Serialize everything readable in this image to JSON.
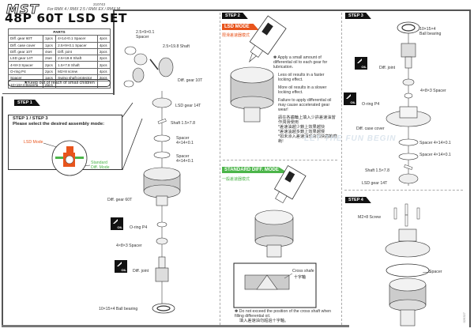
{
  "header": {
    "brand": "MST",
    "model_number": "210743",
    "compatibility": "For RMX 4 / RMX 2.5 / RMX EX / RMX M",
    "title": "48P 60T LSD SET"
  },
  "parts_table": {
    "heading": "PARTS",
    "rows": [
      {
        "name_a": "Diff. gear 60T",
        "qty_a": "1pcs",
        "name_b": "4×14×0.1 Spacer",
        "qty_b": "4pcs"
      },
      {
        "name_a": "Diff. case cover",
        "qty_a": "1pcs",
        "name_b": "2.5×9×0.1 Spacer",
        "qty_b": "4pcs"
      },
      {
        "name_a": "Diff. gear 10T",
        "qty_a": "4set",
        "name_b": "Diff. joint",
        "qty_b": "2pcs"
      },
      {
        "name_a": "LSD gear 14T",
        "qty_a": "2set",
        "name_b": "2.5×19.8 Shaft",
        "qty_b": "2pcs"
      },
      {
        "name_a": "4×8×3 Spacer",
        "qty_a": "2pcs",
        "name_b": "1.5×7.8 Shaft",
        "qty_b": "2pcs"
      },
      {
        "name_a": "O-ring P4",
        "qty_a": "2pcs",
        "name_b": "M2×8 screw",
        "qty_b": "4pcs"
      },
      {
        "name_a": "Spacer",
        "qty_a": "1pcs",
        "name_b": "Swing shaft protector",
        "qty_b": "2pcs"
      },
      {
        "name_a": "10×15×4 Bearing",
        "qty_a": "2pcs",
        "name_b": "",
        "qty_b": ""
      }
    ]
  },
  "warning": "★Keep out of reach of small children",
  "step1": {
    "tag": "STEP 1",
    "select_title_line1": "STEP 1 / STEP 3",
    "select_title_line2": "Please select the desired assembly mode:",
    "lsd_mode": "LSD Mode",
    "standard_mode_line1": "Standard",
    "standard_mode_line2": "Diff. Mode",
    "labels": {
      "spacer_2_5": "2.5×9×0.1",
      "spacer_2_5_b": "Spacer",
      "shaft_2_5": "2.5×19.8 Shaft",
      "diff_gear_10t": "Diff. gear 10T",
      "lsd_gear_14t": "LSD gear 14T",
      "shaft_1_5": "Shaft 1.5×7.8",
      "spacer_a_1": "Spacer",
      "spacer_a_2": "4×14×0.1",
      "spacer_b_1": "Spacer",
      "spacer_b_2": "4×14×0.1",
      "diff_gear_60t": "Diff. gear 60T",
      "oring": "O-ring P4",
      "spacer_4x8": "4×8×3 Spacer",
      "diff_joint": "Diff. joint",
      "bearing": "10×15×4 Ball bearing"
    }
  },
  "step2": {
    "tag": "STEP 2",
    "lsd_mode_tag": "LSD MODE",
    "lsd_mode_cn": "限滑差速器模式",
    "notes": [
      "✽ Apply a small amount of differential oil to each gear for lubrication.",
      "Less oil results in a faster locking effect.",
      "More oil results in a slower locking effect.",
      "Failure to apply differential oil may cause accelerated gear wear!"
    ],
    "notes_cn": [
      "請在各齒輪上填入少許差速油當作潤滑使用",
      "*差速油越少鎖上效果越快",
      "*差速油越多鎖上效果越慢",
      "*如未添入差速油恐會加快齒輪磨耗!"
    ],
    "standard_mode_tag": "STANDARD DIFF. MODE",
    "standard_mode_cn": "一般差速器模式",
    "cross_shaft_label": "Cross shafe",
    "cross_shaft_cn": "十字軸",
    "bottom_note": "✽ Do not exceed the position of the cross shaft when filling differential oil.",
    "bottom_note_cn": "填入差速油勿超過十字軸。"
  },
  "step3": {
    "tag": "STEP 3",
    "labels": {
      "bearing_1": "10×15×4",
      "bearing_2": "Ball bearing",
      "diff_joint": "Diff. joint",
      "spacer_4x8": "4×8×3 Spacer",
      "oring": "O-ring P4",
      "case_cover": "Diff. case cover",
      "spacer_a": "Spacer 4×14×0.1",
      "spacer_b": "Spacer 4×14×0.1",
      "shaft": "Shaft 1.5×7.8",
      "lsd_gear": "LSD gear 14T"
    }
  },
  "step4": {
    "tag": "STEP 4",
    "screw": "M2×8 Screw",
    "spacer": "Spacer"
  },
  "oil_badge": "OIL",
  "watermark": "LET THE FUN BEGIN",
  "doc_id": "026327",
  "colors": {
    "lsd_orange": "#e8541c",
    "standard_green": "#4cb54a",
    "frame": "#555555"
  }
}
